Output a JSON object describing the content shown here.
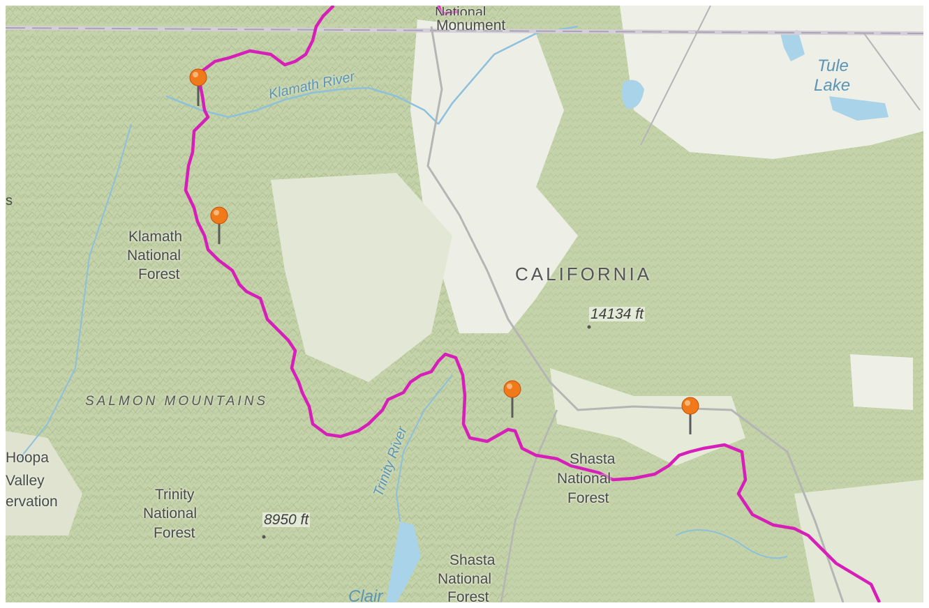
{
  "map": {
    "labels": {
      "monument_partial": "National",
      "monument": "Monument",
      "tule_lake_1": "Tule",
      "tule_lake_2": "Lake",
      "klamath_river": "Klamath River",
      "klamath_nf_1": "Klamath",
      "klamath_nf_2": "National",
      "klamath_nf_3": "Forest",
      "california": "CALIFORNIA",
      "elev_shasta": "14134 ft",
      "salmon_mountains": "SALMON MOUNTAINS",
      "trinity_river": "Trinity River",
      "hoopa_1": "Hoopa",
      "hoopa_2": "Valley",
      "hoopa_3": "ervation",
      "trinity_nf_1": "Trinity",
      "trinity_nf_2": "National",
      "trinity_nf_3": "Forest",
      "elev_8950": "8950 ft",
      "shasta_nf_a1": "Shasta",
      "shasta_nf_a2": "National",
      "shasta_nf_a3": "Forest",
      "shasta_nf_b1": "Shasta",
      "shasta_nf_b2": "National",
      "shasta_nf_b3": "Forest",
      "clair": "Clair",
      "edge_s": "s"
    },
    "markers": [
      {
        "name": "marker-1"
      },
      {
        "name": "marker-2"
      },
      {
        "name": "marker-3"
      },
      {
        "name": "marker-4"
      }
    ],
    "colors": {
      "route": "#d61fb8",
      "forest": "#c8d6ae",
      "water": "#a9d3e8",
      "marker": "#f07a1a"
    }
  }
}
